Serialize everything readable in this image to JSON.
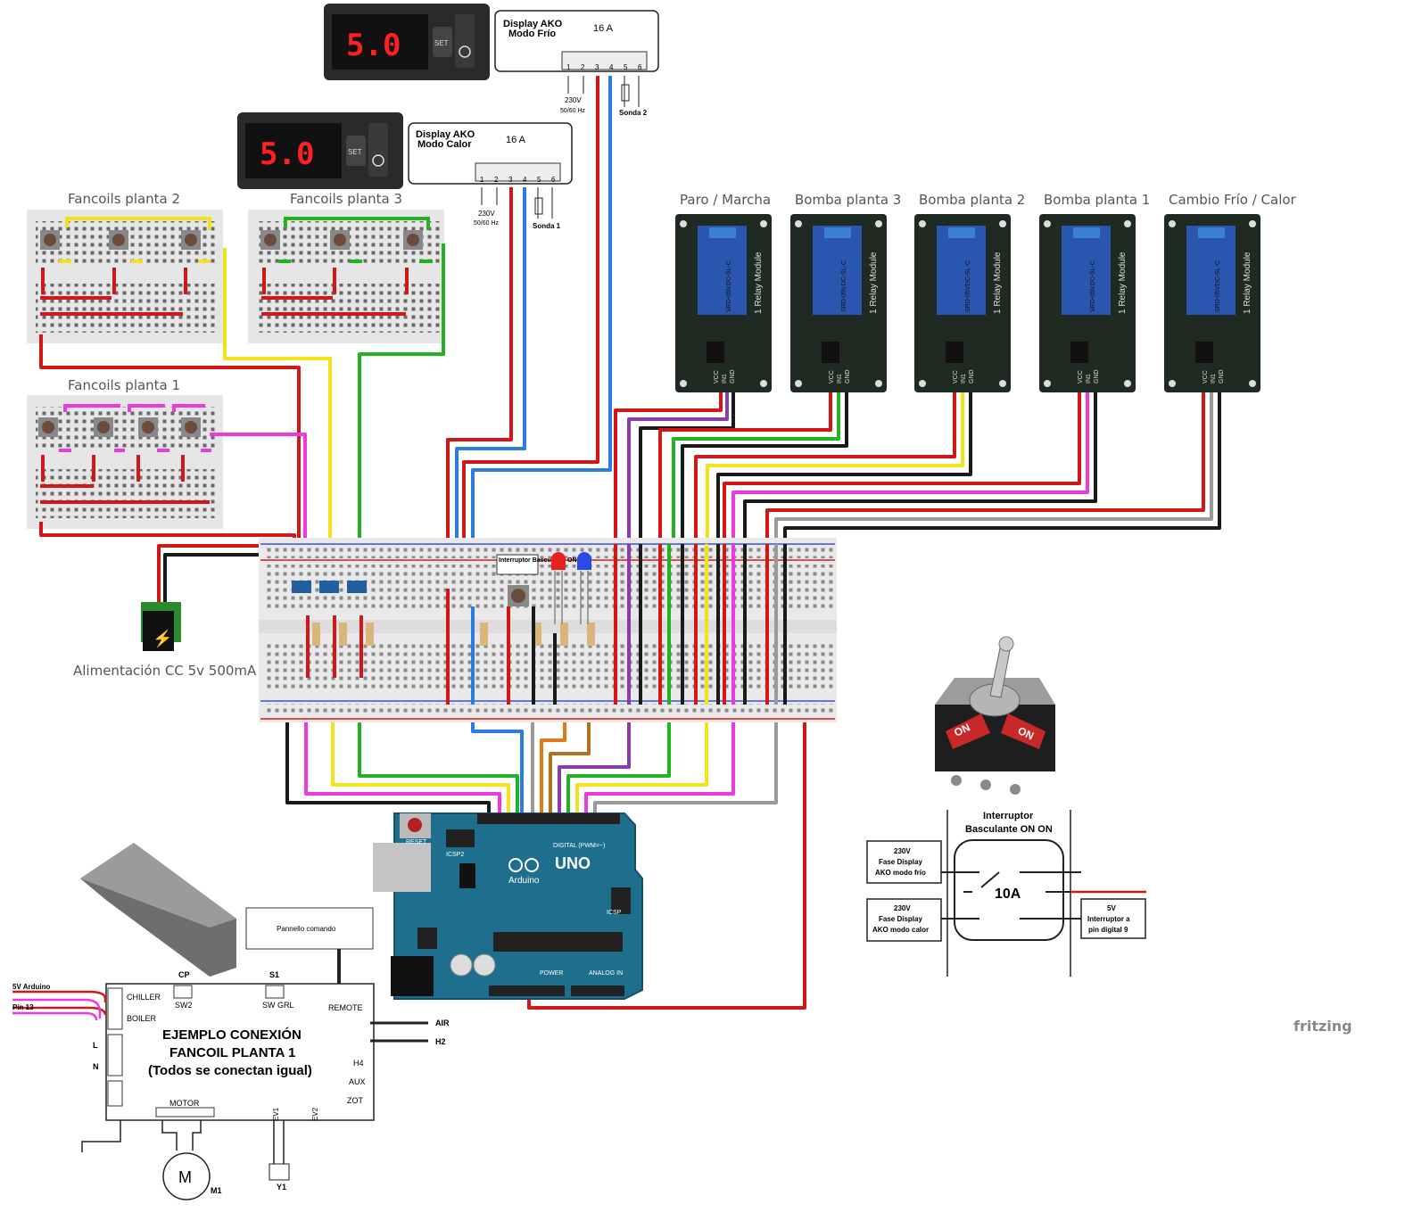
{
  "labels": {
    "fancoils_2": "Fancoils planta 2",
    "fancoils_3": "Fancoils planta 3",
    "fancoils_1": "Fancoils planta 1",
    "power": "Alimentación CC 5v 500mA",
    "switch_small": "Interruptor Basculante ON ON",
    "fritzing": "fritzing"
  },
  "relays": [
    {
      "title": "Paro / Marcha",
      "module": "1 Relay Module",
      "part": "SRD-05VDC-SL-C",
      "pins": [
        "VCC",
        "IN1",
        "GND"
      ]
    },
    {
      "title": "Bomba planta 3",
      "module": "1 Relay Module",
      "part": "SRD-05VDC-SL-C",
      "pins": [
        "VCC",
        "IN1",
        "GND"
      ]
    },
    {
      "title": "Bomba planta 2",
      "module": "1 Relay Module",
      "part": "SRD-05VDC-SL-C",
      "pins": [
        "VCC",
        "IN1",
        "GND"
      ]
    },
    {
      "title": "Bomba planta 1",
      "module": "1 Relay Module",
      "part": "SRD-05VDC-SL-C",
      "pins": [
        "VCC",
        "IN1",
        "GND"
      ]
    },
    {
      "title": "Cambio Frío / Calor",
      "module": "1 Relay Module",
      "part": "SRD-05VDC-SL-C",
      "pins": [
        "VCC",
        "IN1",
        "GND"
      ]
    }
  ],
  "displays": {
    "cold": {
      "title_line1": "Display AKO",
      "title_line2": "Modo Frío",
      "amps": "16 A",
      "terminals": [
        "1",
        "2",
        "3",
        "4",
        "5",
        "6"
      ],
      "voltage": "230V",
      "freq": "50/60 Hz",
      "probe": "Sonda 2",
      "reading": "5.0",
      "set": "SET"
    },
    "heat": {
      "title_line1": "Display AKO",
      "title_line2": "Modo Calor",
      "amps": "16 A",
      "terminals": [
        "1",
        "2",
        "3",
        "4",
        "5",
        "6"
      ],
      "voltage": "230V",
      "freq": "50/60 Hz",
      "probe": "Sonda 1",
      "reading": "5.0",
      "set": "SET"
    }
  },
  "arduino": {
    "brand": "UNO",
    "name": "Arduino",
    "reset": "RESET",
    "icsp": "ICSP",
    "icsp2": "ICSP2",
    "digital": "DIGITAL (PWM=~)",
    "power": "POWER",
    "analog": "ANALOG IN"
  },
  "toggle_switch": {
    "title_line1": "Interruptor",
    "title_line2": "Basculante ON ON",
    "rating": "10A",
    "tag_on": "ON",
    "left_top": [
      "230V",
      "Fase Display",
      "AKO modo frío"
    ],
    "left_bottom": [
      "230V",
      "Fase Display",
      "AKO modo calor"
    ],
    "right": [
      "5V",
      "Interruptor a",
      "pin digital 9"
    ]
  },
  "fancoil": {
    "title_line1": "EJEMPLO CONEXIÓN",
    "title_line2": "FANCOIL PLANTA 1",
    "title_line3": "(Todos se conectan igual)",
    "panel": "Pannello comando",
    "cp": "CP",
    "s1": "S1",
    "sw2": "SW2",
    "sw_grl": "SW GRL",
    "remote": "REMOTE",
    "chiller": "CHILLER",
    "boiler": "BOILER",
    "l": "L",
    "n": "N",
    "air": "AIR",
    "h2": "H2",
    "h4": "H4",
    "aux": "AUX",
    "zot": "ZOT",
    "motor": "MOTOR",
    "m": "M",
    "m1": "M1",
    "ev1": "EV1",
    "ev2": "EV2",
    "y1": "Y1",
    "wire_5v": "5V Arduino",
    "wire_pin": "Pin 13"
  },
  "colors": {
    "red": "#d01818",
    "black": "#1a1a1a",
    "yellow": "#f2e21c",
    "green": "#22b322",
    "blue": "#2c7be0",
    "magenta": "#ee38e0",
    "purple": "#8b3ca8",
    "gray": "#9a9a9a",
    "orange": "#e07a18",
    "brown": "#b0721c",
    "relay_pcb": "#1f2a22",
    "arduino": "#1e6f8e",
    "breadboard": "#e9e9e9"
  }
}
